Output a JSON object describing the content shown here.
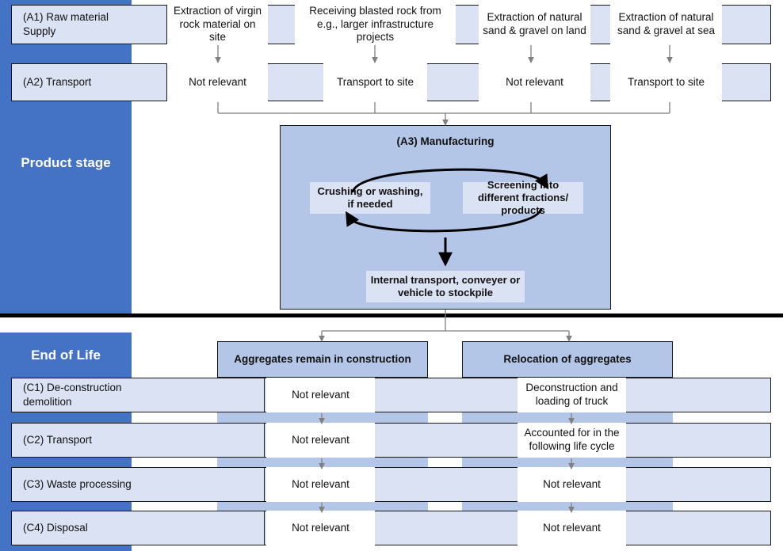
{
  "colors": {
    "stage_blue": "#4472C4",
    "band_light": "#DAE2F3",
    "band_mid": "#B4C6E7",
    "outline": "#17181A",
    "connector": "#808080",
    "white": "#FFFFFF"
  },
  "stages": {
    "product": "Product stage",
    "end_of_life": "End of Life"
  },
  "product_stage": {
    "rows": [
      {
        "id": "A1",
        "label": "(A1) Raw material\nSupply",
        "label_line1": "(A1) Raw material",
        "label_line2": "Supply",
        "cells": [
          "Extraction of virgin rock material on site",
          "Receiving blasted rock from e.g., larger infrastructure projects",
          "Extraction of natural sand & gravel on land",
          "Extraction of natural sand & gravel at sea"
        ]
      },
      {
        "id": "A2",
        "label": "(A2) Transport",
        "cells": [
          "Not relevant",
          "Transport to site",
          "Not relevant",
          "Transport to site"
        ]
      }
    ],
    "manufacturing": {
      "title": "(A3) Manufacturing",
      "left_process": "Crushing or washing, if needed",
      "right_process": "Screening into different fractions/ products",
      "output": "Internal transport, conveyer or vehicle to stockpile"
    }
  },
  "end_of_life": {
    "scenarios": [
      "Aggregates remain in construction",
      "Relocation of aggregates"
    ],
    "rows": [
      {
        "id": "C1",
        "label_line1": "(C1) De-construction",
        "label_line2": "demolition",
        "cells": [
          "Not relevant",
          "Deconstruction and loading of truck"
        ]
      },
      {
        "id": "C2",
        "label_line1": "(C2) Transport",
        "label_line2": "",
        "cells": [
          "Not relevant",
          "Accounted for in the following life cycle"
        ]
      },
      {
        "id": "C3",
        "label_line1": "(C3) Waste processing",
        "label_line2": "",
        "cells": [
          "Not relevant",
          "Not relevant"
        ]
      },
      {
        "id": "C4",
        "label_line1": "(C4) Disposal",
        "label_line2": "",
        "cells": [
          "Not relevant",
          "Not relevant"
        ]
      }
    ]
  }
}
